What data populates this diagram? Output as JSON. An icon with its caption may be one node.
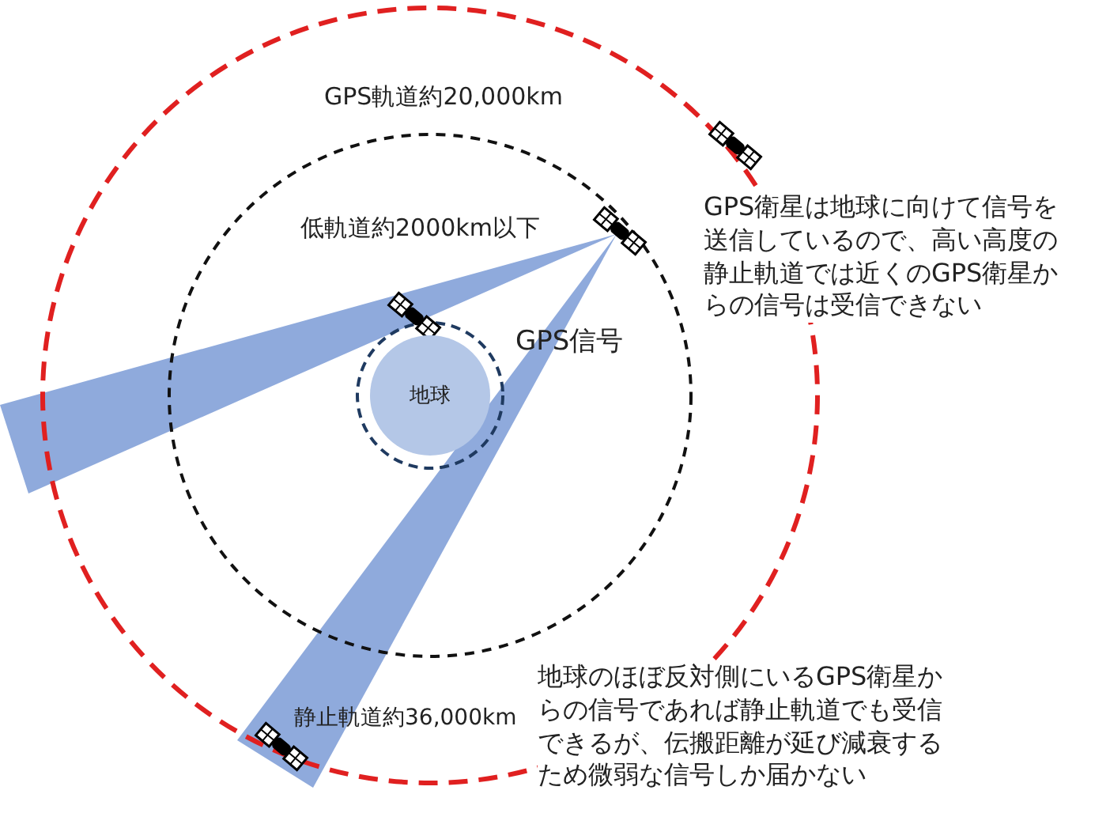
{
  "diagram": {
    "nodes": [
      {
        "text": [
          "地球"
        ]
      }
    ],
    "labels": [
      "GPS軌道約20,000km",
      "低軌道約2000km以下",
      "GPS衛星は地球に向けて信号を送信しているので、高い高度の静止軌道では近くのGPS衛星からの信号は受信できない",
      "GPS信号",
      "静止軌道約36,000km",
      "地球のほぼ反対側にいるGPS衛星からの信号であれば静止軌道でも受信できるが、伝搬距離が延び減衰するため微弱な信号しか届かない"
    ]
  }
}
